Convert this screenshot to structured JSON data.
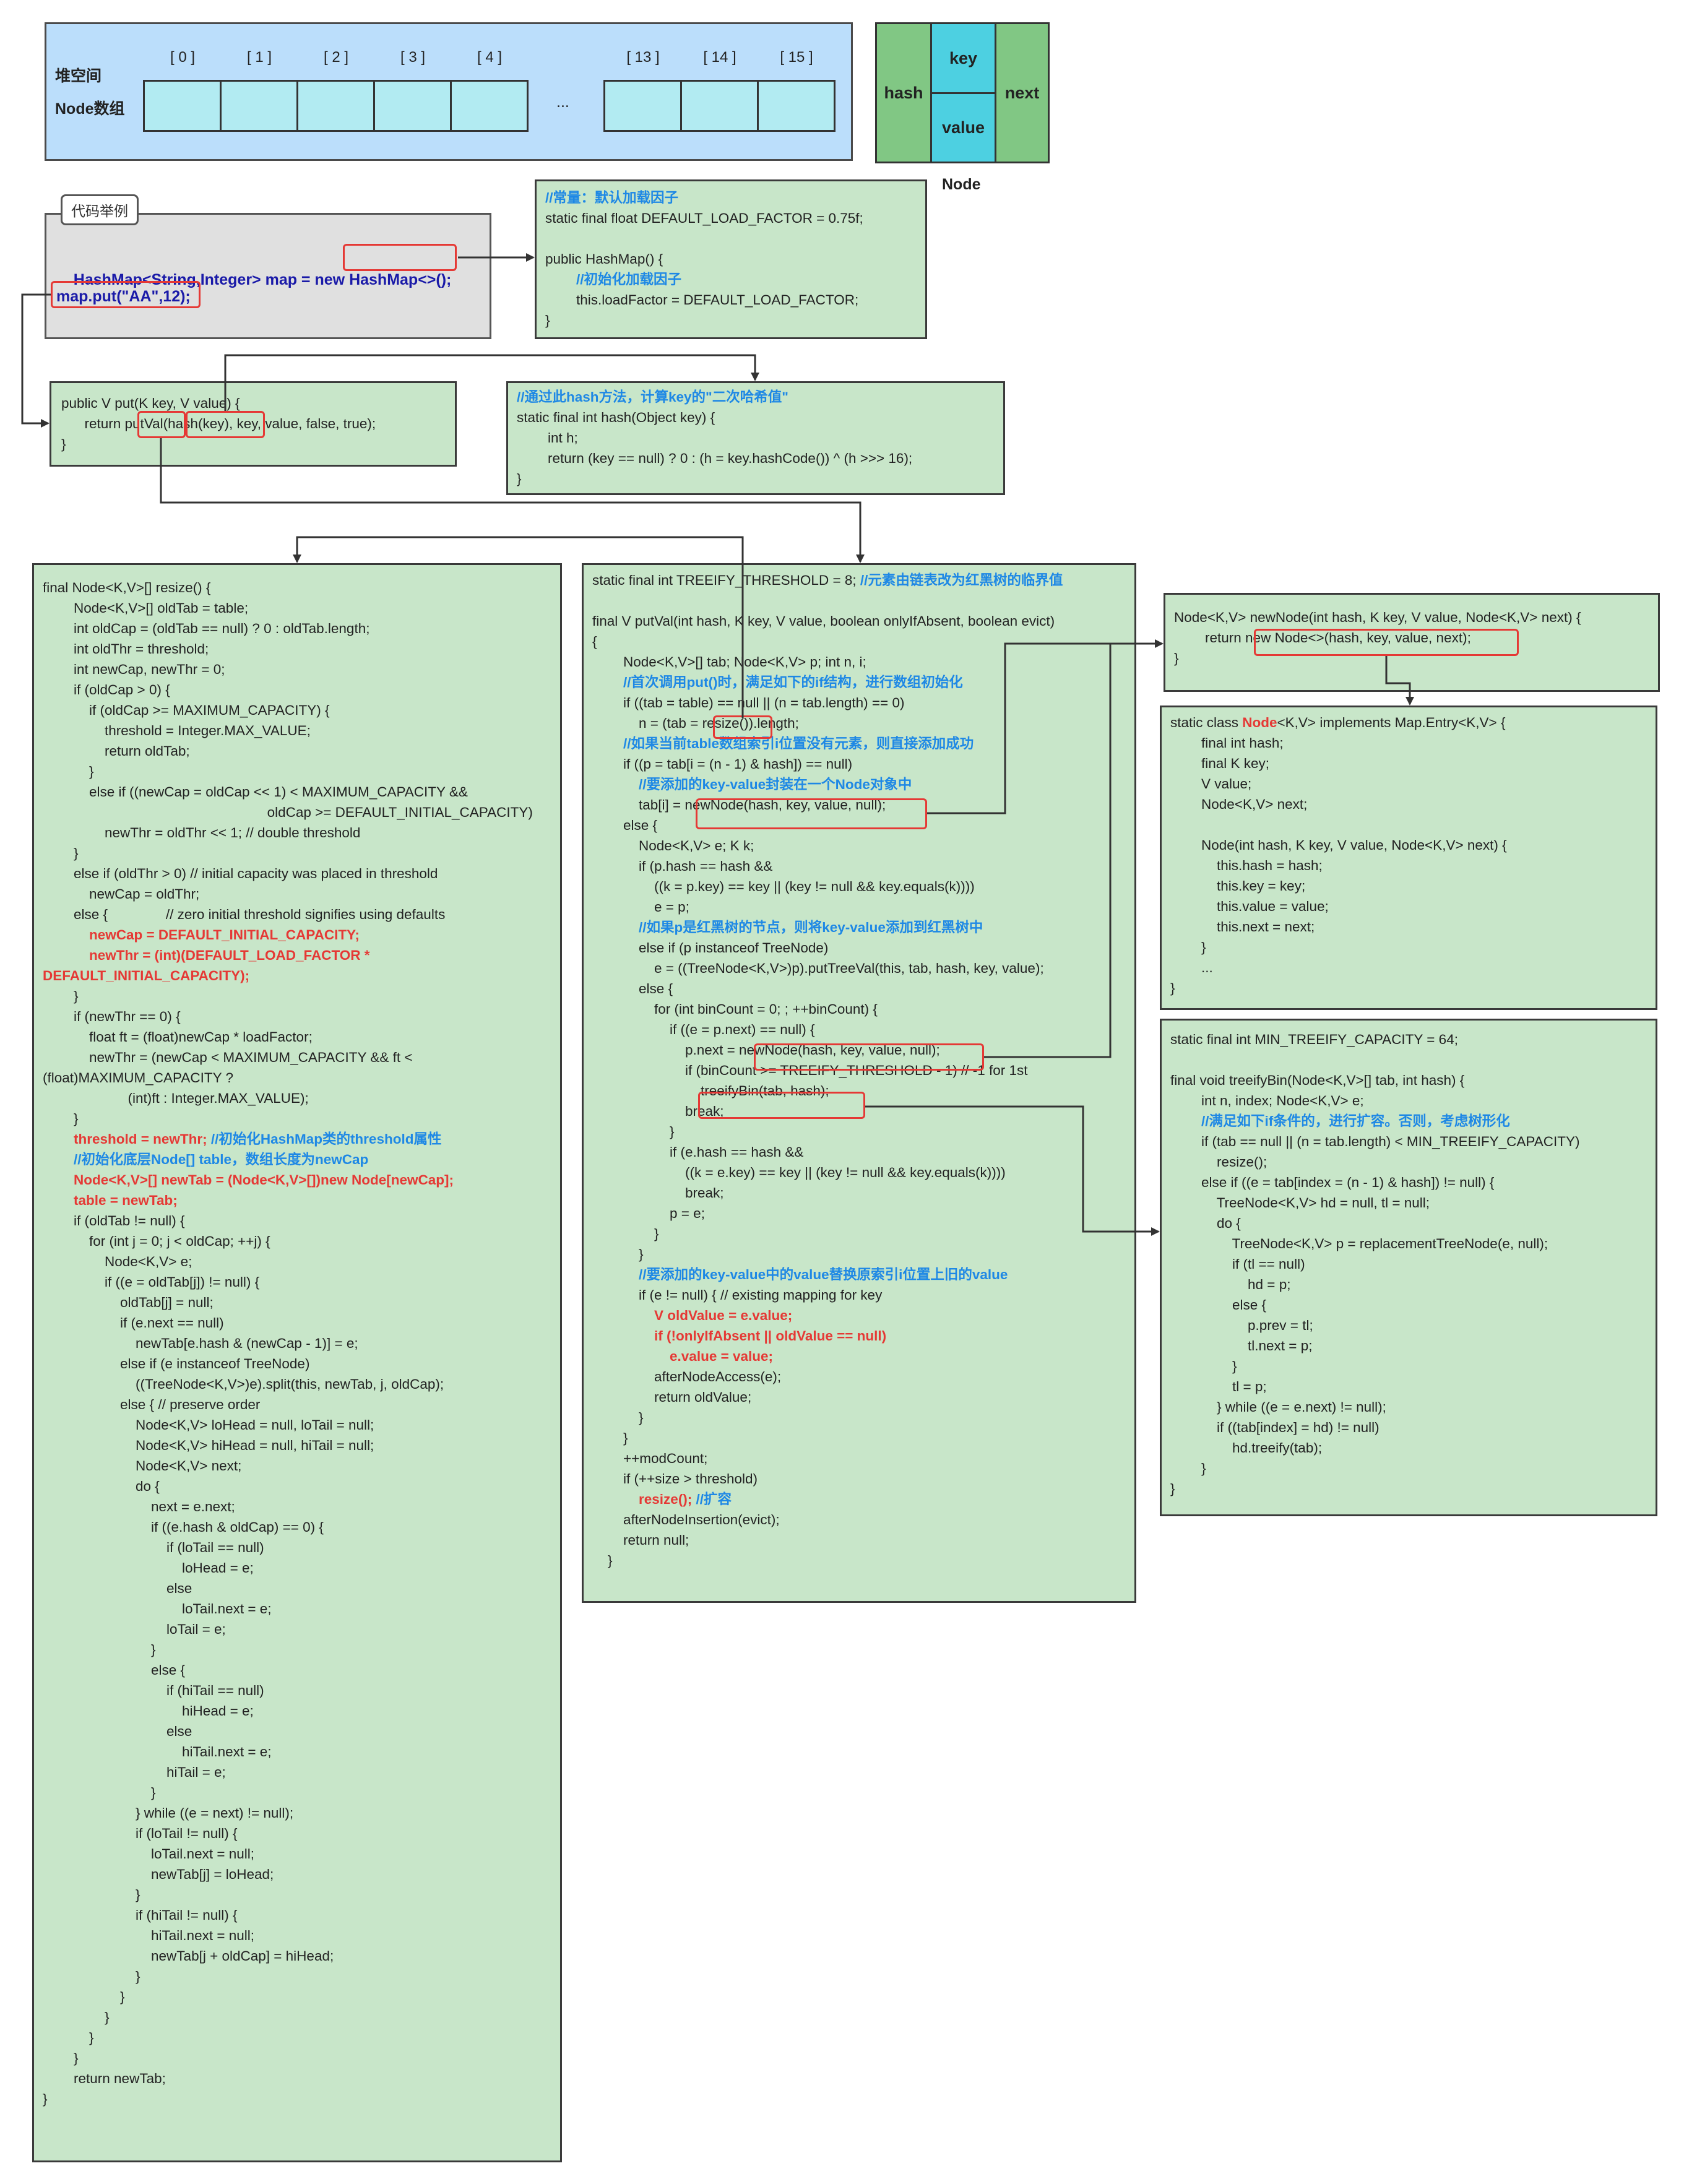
{
  "heap": {
    "label_heap": "堆空间",
    "label_array": "Node数组",
    "indices": [
      "[ 0 ]",
      "[ 1 ]",
      "[ 2 ]",
      "[ 3 ]",
      "[ 4 ]",
      "[ 13 ]",
      "[ 14 ]",
      "[ 15 ]"
    ],
    "ellipsis": "...",
    "fill_color": "#bbdefb",
    "cell_color": "#b2ebf2"
  },
  "node_struct": {
    "hash": "hash",
    "key": "key",
    "value": "value",
    "next": "next",
    "caption": "Node"
  },
  "example": {
    "tag": "代码举例",
    "line1_prefix": "HashMap<String,Integer> map = new ",
    "line1_highlight": "HashMap<>();",
    "line2": "map.put(\"AA\",12);"
  },
  "colors": {
    "code_box": "#c8e6c9",
    "comment": "#1e88e5",
    "highlight": "#e53935",
    "example_bg": "#e0e0e0"
  },
  "blocks": {
    "constructor": [
      [
        {
          "t": "//常量：默认加载因子",
          "c": "cm"
        }
      ],
      [
        {
          "t": "static final float DEFAULT_LOAD_FACTOR = 0.75f;"
        }
      ],
      [
        {
          "t": ""
        }
      ],
      [
        {
          "t": "public HashMap() {"
        }
      ],
      [
        {
          "t": "        "
        },
        {
          "t": "//初始化加载因子",
          "c": "cm"
        }
      ],
      [
        {
          "t": "        this.loadFactor = DEFAULT_LOAD_FACTOR;"
        }
      ],
      [
        {
          "t": "}"
        }
      ]
    ],
    "put": [
      [
        {
          "t": "public V put(K key, V value) {"
        }
      ],
      [
        {
          "t": "      return putVal(hash(key), key, value, false, true);"
        }
      ],
      [
        {
          "t": "}"
        }
      ]
    ],
    "hash": [
      [
        {
          "t": "//通过此hash方法，计算key的\"二次哈希值\"",
          "c": "cm"
        }
      ],
      [
        {
          "t": "static final int hash(Object key) {"
        }
      ],
      [
        {
          "t": "        int h;"
        }
      ],
      [
        {
          "t": "        return (key == null) ? 0 : (h = key.hashCode()) ^ (h >>> 16);"
        }
      ],
      [
        {
          "t": "}"
        }
      ]
    ],
    "resize": [
      [
        {
          "t": "final Node<K,V>[] resize() {"
        }
      ],
      [
        {
          "t": "        Node<K,V>[] oldTab = table;"
        }
      ],
      [
        {
          "t": "        int oldCap = (oldTab == null) ? 0 : oldTab.length;"
        }
      ],
      [
        {
          "t": "        int oldThr = threshold;"
        }
      ],
      [
        {
          "t": "        int newCap, newThr = 0;"
        }
      ],
      [
        {
          "t": "        if (oldCap > 0) {"
        }
      ],
      [
        {
          "t": "            if (oldCap >= MAXIMUM_CAPACITY) {"
        }
      ],
      [
        {
          "t": "                threshold = Integer.MAX_VALUE;"
        }
      ],
      [
        {
          "t": "                return oldTab;"
        }
      ],
      [
        {
          "t": "            }"
        }
      ],
      [
        {
          "t": "            else if ((newCap = oldCap << 1) < MAXIMUM_CAPACITY &&"
        }
      ],
      [
        {
          "t": "                                                          oldCap >= DEFAULT_INITIAL_CAPACITY)"
        }
      ],
      [
        {
          "t": "                newThr = oldThr << 1; // double threshold"
        }
      ],
      [
        {
          "t": "        }"
        }
      ],
      [
        {
          "t": "        else if (oldThr > 0) // initial capacity was placed in threshold"
        }
      ],
      [
        {
          "t": "            newCap = oldThr;"
        }
      ],
      [
        {
          "t": "        else {               // zero initial threshold signifies using defaults"
        }
      ],
      [
        {
          "t": "            "
        },
        {
          "t": "newCap = DEFAULT_INITIAL_CAPACITY;",
          "c": "rd"
        }
      ],
      [
        {
          "t": "            "
        },
        {
          "t": "newThr = (int)(DEFAULT_LOAD_FACTOR *",
          "c": "rd"
        }
      ],
      [
        {
          "t": "DEFAULT_INITIAL_CAPACITY);",
          "c": "rd"
        }
      ],
      [
        {
          "t": "        }"
        }
      ],
      [
        {
          "t": "        if (newThr == 0) {"
        }
      ],
      [
        {
          "t": "            float ft = (float)newCap * loadFactor;"
        }
      ],
      [
        {
          "t": "            newThr = (newCap < MAXIMUM_CAPACITY && ft <"
        }
      ],
      [
        {
          "t": "(float)MAXIMUM_CAPACITY ?"
        }
      ],
      [
        {
          "t": "                      (int)ft : Integer.MAX_VALUE);"
        }
      ],
      [
        {
          "t": "        }"
        }
      ],
      [
        {
          "t": "        "
        },
        {
          "t": "threshold = newThr; ",
          "c": "rd"
        },
        {
          "t": "//初始化HashMap类的threshold属性",
          "c": "cm"
        }
      ],
      [
        {
          "t": "        "
        },
        {
          "t": "//初始化底层Node[] table，数组长度为newCap",
          "c": "cm"
        }
      ],
      [
        {
          "t": "        "
        },
        {
          "t": "Node<K,V>[] newTab = (Node<K,V>[])new Node[newCap];",
          "c": "rd"
        }
      ],
      [
        {
          "t": "        "
        },
        {
          "t": "table = newTab;",
          "c": "rd"
        }
      ],
      [
        {
          "t": "        if (oldTab != null) {"
        }
      ],
      [
        {
          "t": "            for (int j = 0; j < oldCap; ++j) {"
        }
      ],
      [
        {
          "t": "                Node<K,V> e;"
        }
      ],
      [
        {
          "t": "                if ((e = oldTab[j]) != null) {"
        }
      ],
      [
        {
          "t": "                    oldTab[j] = null;"
        }
      ],
      [
        {
          "t": "                    if (e.next == null)"
        }
      ],
      [
        {
          "t": "                        newTab[e.hash & (newCap - 1)] = e;"
        }
      ],
      [
        {
          "t": "                    else if (e instanceof TreeNode)"
        }
      ],
      [
        {
          "t": "                        ((TreeNode<K,V>)e).split(this, newTab, j, oldCap);"
        }
      ],
      [
        {
          "t": "                    else { // preserve order"
        }
      ],
      [
        {
          "t": "                        Node<K,V> loHead = null, loTail = null;"
        }
      ],
      [
        {
          "t": "                        Node<K,V> hiHead = null, hiTail = null;"
        }
      ],
      [
        {
          "t": "                        Node<K,V> next;"
        }
      ],
      [
        {
          "t": "                        do {"
        }
      ],
      [
        {
          "t": "                            next = e.next;"
        }
      ],
      [
        {
          "t": "                            if ((e.hash & oldCap) == 0) {"
        }
      ],
      [
        {
          "t": "                                if (loTail == null)"
        }
      ],
      [
        {
          "t": "                                    loHead = e;"
        }
      ],
      [
        {
          "t": "                                else"
        }
      ],
      [
        {
          "t": "                                    loTail.next = e;"
        }
      ],
      [
        {
          "t": "                                loTail = e;"
        }
      ],
      [
        {
          "t": "                            }"
        }
      ],
      [
        {
          "t": "                            else {"
        }
      ],
      [
        {
          "t": "                                if (hiTail == null)"
        }
      ],
      [
        {
          "t": "                                    hiHead = e;"
        }
      ],
      [
        {
          "t": "                                else"
        }
      ],
      [
        {
          "t": "                                    hiTail.next = e;"
        }
      ],
      [
        {
          "t": "                                hiTail = e;"
        }
      ],
      [
        {
          "t": "                            }"
        }
      ],
      [
        {
          "t": "                        } while ((e = next) != null);"
        }
      ],
      [
        {
          "t": "                        if (loTail != null) {"
        }
      ],
      [
        {
          "t": "                            loTail.next = null;"
        }
      ],
      [
        {
          "t": "                            newTab[j] = loHead;"
        }
      ],
      [
        {
          "t": "                        }"
        }
      ],
      [
        {
          "t": "                        if (hiTail != null) {"
        }
      ],
      [
        {
          "t": "                            hiTail.next = null;"
        }
      ],
      [
        {
          "t": "                            newTab[j + oldCap] = hiHead;"
        }
      ],
      [
        {
          "t": "                        }"
        }
      ],
      [
        {
          "t": "                    }"
        }
      ],
      [
        {
          "t": "                }"
        }
      ],
      [
        {
          "t": "            }"
        }
      ],
      [
        {
          "t": "        }"
        }
      ],
      [
        {
          "t": "        return newTab;"
        }
      ],
      [
        {
          "t": "}"
        }
      ]
    ],
    "putval": [
      [
        {
          "t": "static final int TREEIFY_THRESHOLD = 8; "
        },
        {
          "t": "//元素由链表改为红黑树的临界值",
          "c": "cm"
        }
      ],
      [
        {
          "t": ""
        }
      ],
      [
        {
          "t": "final V putVal(int hash, K key, V value, boolean onlyIfAbsent, boolean evict)"
        }
      ],
      [
        {
          "t": "{"
        }
      ],
      [
        {
          "t": "        Node<K,V>[] tab; Node<K,V> p; int n, i;"
        }
      ],
      [
        {
          "t": "        "
        },
        {
          "t": "//首次调用put()时，满足如下的if结构，进行数组初始化",
          "c": "cm"
        }
      ],
      [
        {
          "t": "        if ((tab = table) == null || (n = tab.length) == 0)"
        }
      ],
      [
        {
          "t": "            n = (tab = resize()).length;"
        }
      ],
      [
        {
          "t": "        "
        },
        {
          "t": "//如果当前table数组索引i位置没有元素，则直接添加成功",
          "c": "cm"
        }
      ],
      [
        {
          "t": "        if ((p = tab[i = (n - 1) & hash]) == null)"
        }
      ],
      [
        {
          "t": "            "
        },
        {
          "t": "//要添加的key-value封装在一个Node对象中",
          "c": "cm"
        }
      ],
      [
        {
          "t": "            tab[i] = newNode(hash, key, value, null);"
        }
      ],
      [
        {
          "t": "        else {"
        }
      ],
      [
        {
          "t": "            Node<K,V> e; K k;"
        }
      ],
      [
        {
          "t": "            if (p.hash == hash &&"
        }
      ],
      [
        {
          "t": "                ((k = p.key) == key || (key != null && key.equals(k))))"
        }
      ],
      [
        {
          "t": "                e = p;"
        }
      ],
      [
        {
          "t": "            "
        },
        {
          "t": "//如果p是红黑树的节点，则将key-value添加到红黑树中",
          "c": "cm"
        }
      ],
      [
        {
          "t": "            else if (p instanceof TreeNode)"
        }
      ],
      [
        {
          "t": "                e = ((TreeNode<K,V>)p).putTreeVal(this, tab, hash, key, value);"
        }
      ],
      [
        {
          "t": "            else {"
        }
      ],
      [
        {
          "t": "                for (int binCount = 0; ; ++binCount) {"
        }
      ],
      [
        {
          "t": "                    if ((e = p.next) == null) {"
        }
      ],
      [
        {
          "t": "                        p.next = newNode(hash, key, value, null);"
        }
      ],
      [
        {
          "t": "                        if (binCount >= TREEIFY_THRESHOLD - 1) // -1 for 1st"
        }
      ],
      [
        {
          "t": "                            treeifyBin(tab, hash);"
        }
      ],
      [
        {
          "t": "                        break;"
        }
      ],
      [
        {
          "t": "                    }"
        }
      ],
      [
        {
          "t": "                    if (e.hash == hash &&"
        }
      ],
      [
        {
          "t": "                        ((k = e.key) == key || (key != null && key.equals(k))))"
        }
      ],
      [
        {
          "t": "                        break;"
        }
      ],
      [
        {
          "t": "                    p = e;"
        }
      ],
      [
        {
          "t": "                }"
        }
      ],
      [
        {
          "t": "            }"
        }
      ],
      [
        {
          "t": "            "
        },
        {
          "t": "//要添加的key-value中的value替换原索引i位置上旧的value",
          "c": "cm"
        }
      ],
      [
        {
          "t": "            if (e != null) { // existing mapping for key"
        }
      ],
      [
        {
          "t": "                "
        },
        {
          "t": "V oldValue = e.value;",
          "c": "rd"
        }
      ],
      [
        {
          "t": "                "
        },
        {
          "t": "if (!onlyIfAbsent || oldValue == null)",
          "c": "rd"
        }
      ],
      [
        {
          "t": "                    "
        },
        {
          "t": "e.value = value;",
          "c": "rd"
        }
      ],
      [
        {
          "t": "                afterNodeAccess(e);"
        }
      ],
      [
        {
          "t": "                return oldValue;"
        }
      ],
      [
        {
          "t": "            }"
        }
      ],
      [
        {
          "t": "        }"
        }
      ],
      [
        {
          "t": "        ++modCount;"
        }
      ],
      [
        {
          "t": "        if (++size > threshold)"
        }
      ],
      [
        {
          "t": "            "
        },
        {
          "t": "resize(); ",
          "c": "rd"
        },
        {
          "t": "//扩容",
          "c": "cm"
        }
      ],
      [
        {
          "t": "        afterNodeInsertion(evict);"
        }
      ],
      [
        {
          "t": "        return null;"
        }
      ],
      [
        {
          "t": "    }"
        }
      ]
    ],
    "newnode": [
      [
        {
          "t": "Node<K,V> newNode(int hash, K key, V value, Node<K,V> next) {"
        }
      ],
      [
        {
          "t": "        return new Node<>(hash, key, value, next);"
        }
      ],
      [
        {
          "t": "}"
        }
      ]
    ],
    "nodeclass": [
      [
        {
          "t": "static class "
        },
        {
          "t": "Node",
          "c": "rd"
        },
        {
          "t": "<K,V> implements Map.Entry<K,V> {"
        }
      ],
      [
        {
          "t": "        final int hash;"
        }
      ],
      [
        {
          "t": "        final K key;"
        }
      ],
      [
        {
          "t": "        V value;"
        }
      ],
      [
        {
          "t": "        Node<K,V> next;"
        }
      ],
      [
        {
          "t": ""
        }
      ],
      [
        {
          "t": "        Node(int hash, K key, V value, Node<K,V> next) {"
        }
      ],
      [
        {
          "t": "            this.hash = hash;"
        }
      ],
      [
        {
          "t": "            this.key = key;"
        }
      ],
      [
        {
          "t": "            this.value = value;"
        }
      ],
      [
        {
          "t": "            this.next = next;"
        }
      ],
      [
        {
          "t": "        }"
        }
      ],
      [
        {
          "t": "        ..."
        }
      ],
      [
        {
          "t": "}"
        }
      ]
    ],
    "treeify": [
      [
        {
          "t": "static final int MIN_TREEIFY_CAPACITY = 64;"
        }
      ],
      [
        {
          "t": ""
        }
      ],
      [
        {
          "t": "final void treeifyBin(Node<K,V>[] tab, int hash) {"
        }
      ],
      [
        {
          "t": "        int n, index; Node<K,V> e;"
        }
      ],
      [
        {
          "t": "        "
        },
        {
          "t": "//满足如下if条件的，进行扩容。否则，考虑树形化",
          "c": "cm"
        }
      ],
      [
        {
          "t": "        if (tab == null || (n = tab.length) < MIN_TREEIFY_CAPACITY)"
        }
      ],
      [
        {
          "t": "            resize();"
        }
      ],
      [
        {
          "t": "        else if ((e = tab[index = (n - 1) & hash]) != null) {"
        }
      ],
      [
        {
          "t": "            TreeNode<K,V> hd = null, tl = null;"
        }
      ],
      [
        {
          "t": "            do {"
        }
      ],
      [
        {
          "t": "                TreeNode<K,V> p = replacementTreeNode(e, null);"
        }
      ],
      [
        {
          "t": "                if (tl == null)"
        }
      ],
      [
        {
          "t": "                    hd = p;"
        }
      ],
      [
        {
          "t": "                else {"
        }
      ],
      [
        {
          "t": "                    p.prev = tl;"
        }
      ],
      [
        {
          "t": "                    tl.next = p;"
        }
      ],
      [
        {
          "t": "                }"
        }
      ],
      [
        {
          "t": "                tl = p;"
        }
      ],
      [
        {
          "t": "            } while ((e = e.next) != null);"
        }
      ],
      [
        {
          "t": "            if ((tab[index] = hd) != null)"
        }
      ],
      [
        {
          "t": "                hd.treeify(tab);"
        }
      ],
      [
        {
          "t": "        }"
        }
      ],
      [
        {
          "t": "}"
        }
      ]
    ]
  }
}
